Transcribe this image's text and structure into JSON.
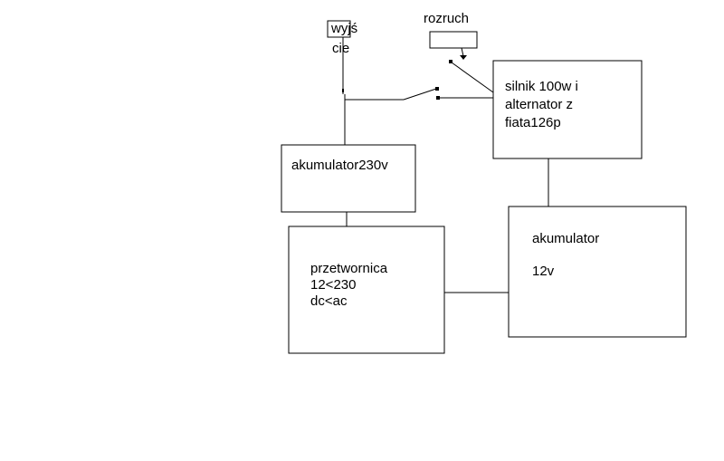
{
  "labels": {
    "output_line1": "wyjś",
    "output_line2": "cie",
    "start": "rozruch",
    "motor_line1": "silnik 100w i",
    "motor_line2": "alternator z",
    "motor_line3": "fiata126p",
    "battery230": "akumulator230v",
    "battery12_line1": "akumulator",
    "battery12_line2": "12v",
    "inverter_line1": "przetwornica",
    "inverter_line2": "12<230",
    "inverter_line3": "dc<ac"
  },
  "colors": {
    "stroke": "#000000",
    "background": "#ffffff"
  }
}
